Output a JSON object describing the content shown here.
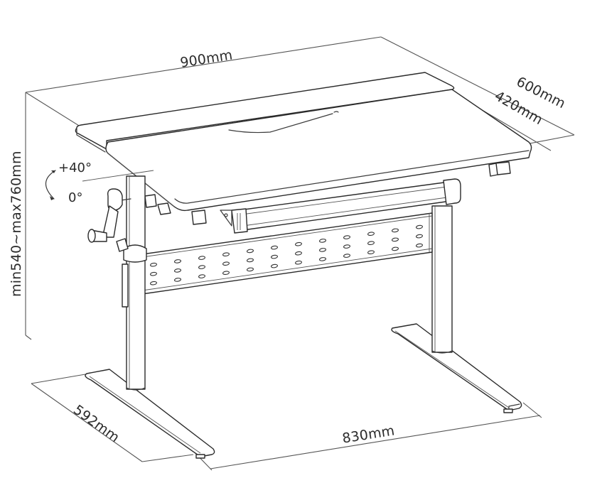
{
  "diagram": {
    "subject": "height-adjustable tilting desk",
    "colors": {
      "line": "#3a3a3a",
      "background": "#ffffff",
      "text": "#2b2b2b"
    },
    "dimensions": {
      "width_top": "900mm",
      "depth_total": "600mm",
      "depth_tilt_panel": "420mm",
      "height_range": "min540~max760mm",
      "foot_depth": "592mm",
      "foot_span": "830mm"
    },
    "tilt": {
      "max_angle": "+40°",
      "min_angle": "0°"
    },
    "parts": [
      "desktop-fixed-strip",
      "desktop-tilt-panel",
      "hand-crank",
      "left-leg",
      "right-leg",
      "perforated-crossbar",
      "left-foot",
      "right-foot",
      "cable-tray"
    ]
  }
}
